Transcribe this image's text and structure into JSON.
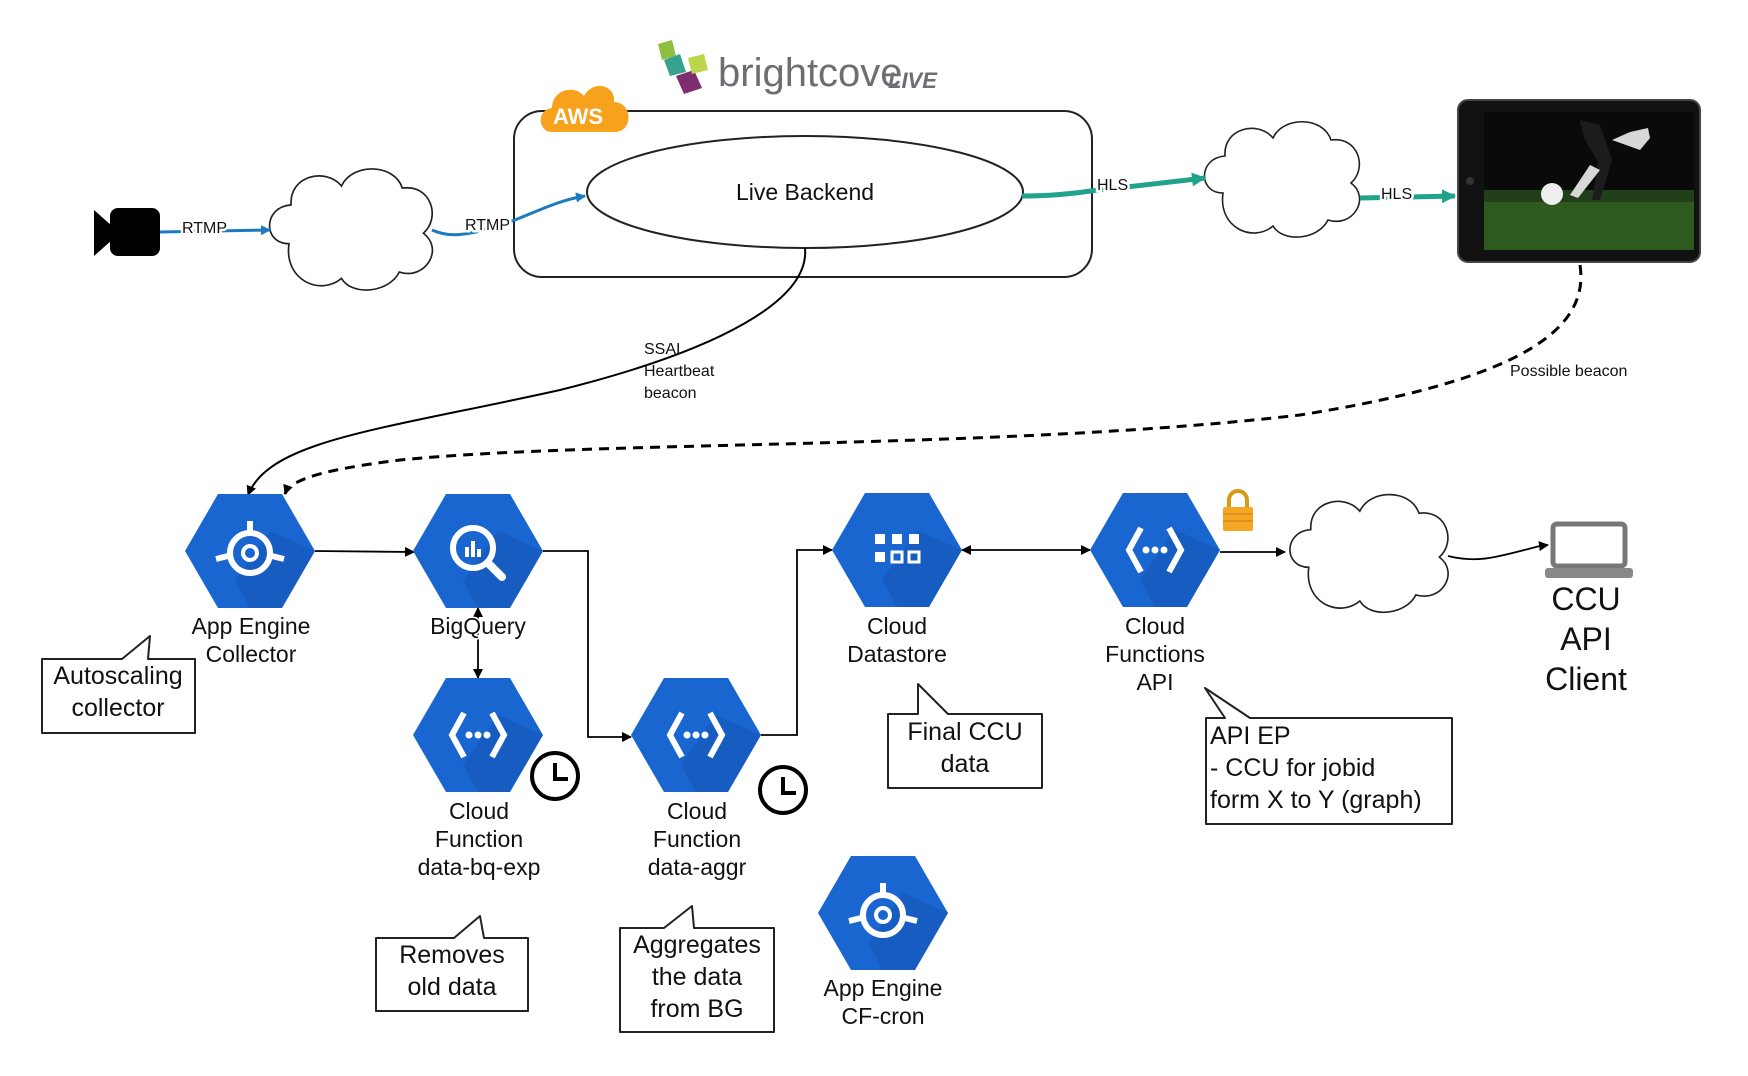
{
  "brand": {
    "logo_text": "brightcove",
    "logo_suffix": "LIVE",
    "aws_badge": "AWS"
  },
  "colors": {
    "gcp_blue": "#1967d2",
    "gcp_dark": "#1456b8",
    "rtmp_blue": "#1b7ac0",
    "hls_teal": "#1fa38a",
    "aws_orange": "#f7a21c"
  },
  "backend": {
    "label": "Live Backend"
  },
  "edges": {
    "rtmp_1": "RTMP",
    "rtmp_2": "RTMP",
    "hls_1": "HLS",
    "hls_2": "HLS",
    "ssai_line1": "SSAI",
    "ssai_line2": "Heartbeat",
    "ssai_line3": "beacon",
    "possible_beacon": "Possible beacon"
  },
  "nodes": {
    "app_engine_collector": {
      "line1": "App Engine",
      "line2": "Collector",
      "icon": "app-engine-icon"
    },
    "bigquery": {
      "line1": "BigQuery",
      "icon": "bigquery-icon"
    },
    "cf_bq_exp": {
      "line1": "Cloud",
      "line2": "Function",
      "line3": "data-bq-exp",
      "icon": "cloud-functions-icon"
    },
    "cf_aggr": {
      "line1": "Cloud",
      "line2": "Function",
      "line3": "data-aggr",
      "icon": "cloud-functions-icon"
    },
    "datastore": {
      "line1": "Cloud",
      "line2": "Datastore",
      "icon": "datastore-icon"
    },
    "cf_api": {
      "line1": "Cloud",
      "line2": "Functions",
      "line3": "API",
      "icon": "cloud-functions-icon"
    },
    "app_engine_cron": {
      "line1": "App Engine",
      "line2": "CF-cron",
      "icon": "app-engine-icon"
    },
    "client": {
      "line1": "CCU",
      "line2": "API",
      "line3": "Client",
      "icon": "laptop-icon"
    }
  },
  "callouts": {
    "autoscaling": {
      "line1": "Autoscaling",
      "line2": "collector"
    },
    "removes": {
      "line1": "Removes",
      "line2": "old data"
    },
    "aggregates": {
      "line1": "Aggregates",
      "line2": "the data",
      "line3": "from BG"
    },
    "final_ccu": {
      "line1": "Final CCU",
      "line2": "data"
    },
    "api_ep": {
      "line1": "API EP",
      "line2": "- CCU for jobid",
      "line3": "form X to Y (graph)"
    }
  }
}
